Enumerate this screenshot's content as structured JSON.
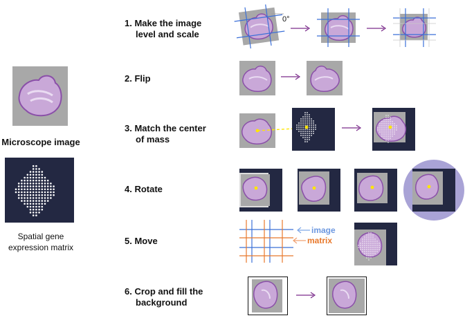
{
  "left": {
    "microscope_caption": "Microscope image",
    "spatial_caption_line1": "Spatial gene",
    "spatial_caption_line2": "expression matrix"
  },
  "steps": [
    {
      "line1": "1.  Make the image",
      "line2": "level and scale"
    },
    {
      "line1": "2.  Flip",
      "line2": ""
    },
    {
      "line1": "3.  Match the center",
      "line2": "of mass"
    },
    {
      "line1": "4.  Rotate",
      "line2": ""
    },
    {
      "line1": "5.  Move",
      "line2": ""
    },
    {
      "line1": "6.  Crop and fill the",
      "line2": "background"
    }
  ],
  "step1_angle_label": "0°",
  "step5_legend": {
    "image": "image",
    "matrix": "matrix"
  },
  "colors": {
    "tissue_fill": "#c9a8d8",
    "tissue_edge": "#8a4fa8",
    "image_bg": "#a8a8a8",
    "matrix_bg": "#232842",
    "arrow": "#7a2a8a",
    "grid_blue": "#3a6fd8",
    "grid_orange": "#e8782a",
    "circle": "#a9a3d6",
    "center_dot": "#ffe600"
  }
}
